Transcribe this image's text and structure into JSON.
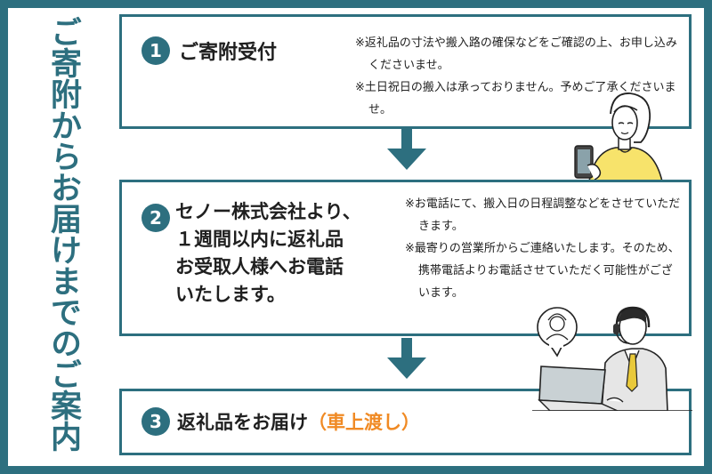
{
  "page_title": "ご寄附からお届けまでのご案内",
  "colors": {
    "frame": "#2d6f7f",
    "accent": "#f08a24",
    "text": "#1f1f1f"
  },
  "steps": [
    {
      "number": "1",
      "title": "ご寄附受付",
      "notes": [
        "※返礼品の寸法や搬入路の確保などをご確認の上、お申し込みくださいませ。",
        "※土日祝日の搬入は承っておりません。予めご了承くださいませ。"
      ],
      "illustration": "woman-with-smartphone"
    },
    {
      "number": "2",
      "title_lines": [
        "セノー株式会社より、",
        "１週間以内に返礼品",
        "お受取人様へお電話",
        "いたします。"
      ],
      "notes": [
        "※お電話にて、搬入日の日程調整などをさせていただきます。",
        "※最寄りの営業所からご連絡いたします。そのため、携帯電話よりお電話させていただく可能性がございます。"
      ],
      "illustration": "operator-with-headset-and-laptop"
    },
    {
      "number": "3",
      "title": "返礼品をお届け",
      "title_accent": "（車上渡し）"
    }
  ]
}
